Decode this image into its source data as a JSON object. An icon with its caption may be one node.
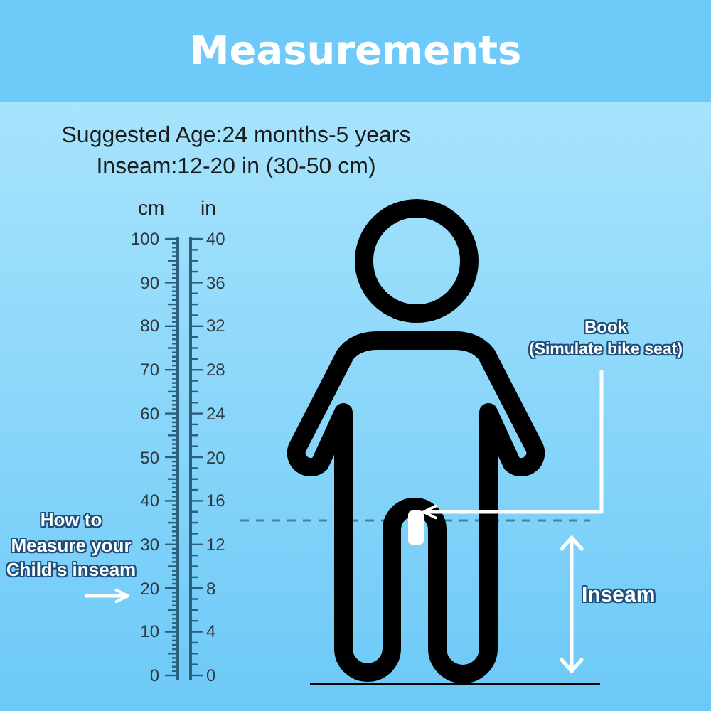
{
  "diagram": {
    "title": "Measurements",
    "nodes": [
      {
        "text": [],
        "shape": "ruler",
        "beside": [
          "cm",
          "in"
        ]
      },
      {
        "text": [],
        "shape": "person"
      },
      {
        "text": [
          "Book",
          "(Simulate bike seat)"
        ]
      },
      {
        "text": [],
        "shape": "box"
      }
    ],
    "edges": [
      {
        "from": null,
        "to": 0,
        "arrow": "to"
      },
      {
        "from": 2,
        "to": 3,
        "arrow": "to"
      }
    ],
    "labels": [
      "Suggested Age:24 months-5 years",
      "Inseam:12-20 in (30-50 cm)",
      "100",
      "40",
      "90",
      "36",
      "80",
      "32",
      "70",
      "28",
      "60",
      "24",
      "50",
      "20",
      "40",
      "16",
      "30",
      "12",
      "20",
      "8",
      "10",
      "4",
      "0",
      "0",
      "How to Measure your Child's inseam",
      "Inseam"
    ]
  }
}
